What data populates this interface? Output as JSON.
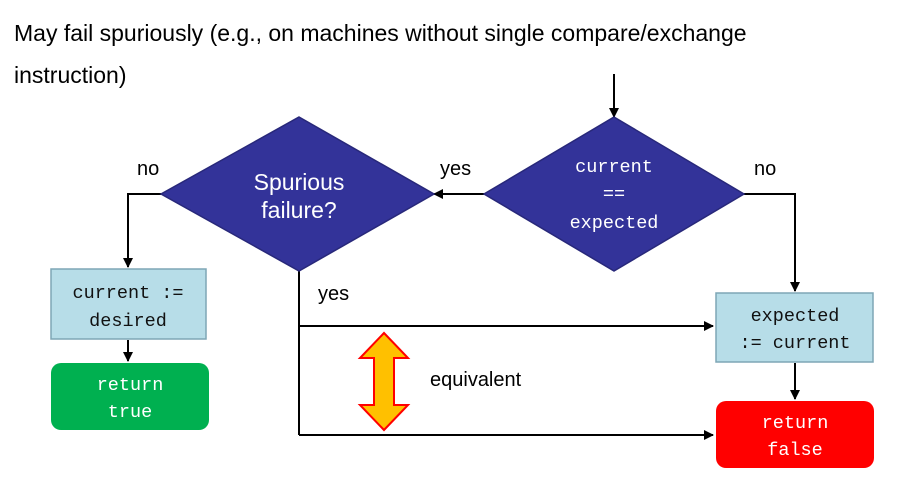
{
  "title": {
    "line1": "May fail spuriously (e.g., on machines without single compare/exchange",
    "line2": "instruction)"
  },
  "decision_compare": {
    "line1": "current",
    "line2": "==",
    "line3": "expected"
  },
  "decision_spurious": {
    "line1": "Spurious",
    "line2": "failure?"
  },
  "labels": {
    "compare_yes": "yes",
    "compare_no": "no",
    "spurious_no": "no",
    "spurious_yes": "yes",
    "equivalent": "equivalent"
  },
  "box_assign_desired": {
    "line1": "current :=",
    "line2": "desired"
  },
  "box_assign_expected": {
    "line1": "expected",
    "line2": ":= current"
  },
  "box_return_true": {
    "line1": "return",
    "line2": "true"
  },
  "box_return_false": {
    "line1": "return",
    "line2": "false"
  },
  "colors": {
    "diamond": "#333399",
    "assign_box": "#b7dde8",
    "return_true": "#00b050",
    "return_false": "#ff0000",
    "double_arrow_fill": "#ffc000",
    "double_arrow_stroke": "#ff0000"
  }
}
